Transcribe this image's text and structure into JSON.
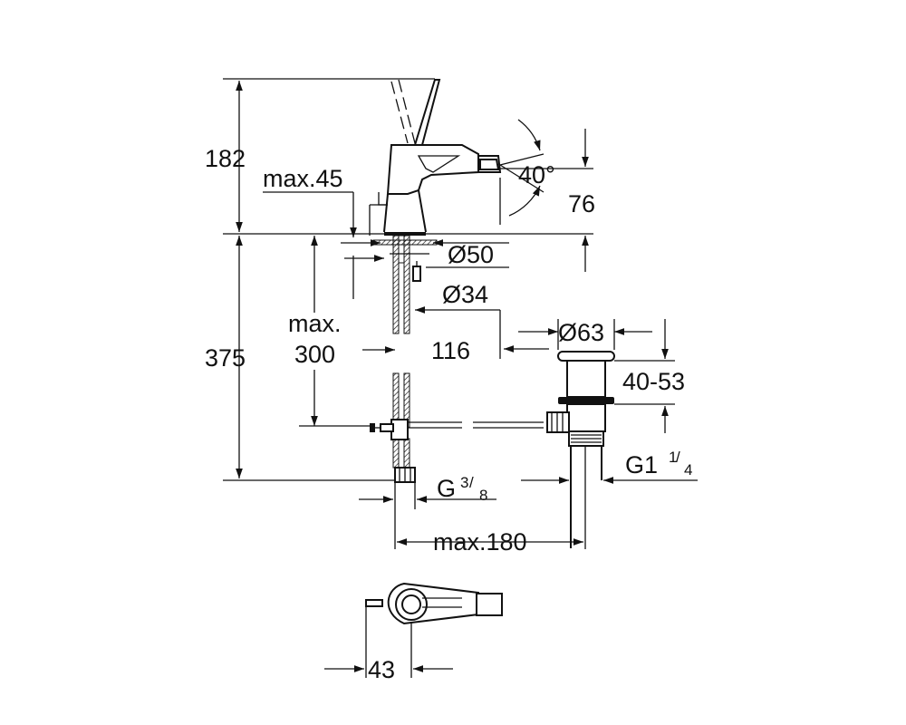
{
  "dimensions": {
    "height_upper": "182",
    "lever_offset": "max.45",
    "spout_angle": "40°",
    "spout_height": "76",
    "base_diameter": "Ø50",
    "shank_diameter": "Ø34",
    "counter_max_label": "max.",
    "counter_max_value": "300",
    "height_lower": "375",
    "spout_reach": "116",
    "waste_diameter": "Ø63",
    "waste_range": "40-53",
    "hose_thread_base": "G",
    "hose_thread_num": "3",
    "hose_thread_den": "8",
    "waste_thread_base": "G1",
    "waste_thread_num": "1",
    "waste_thread_den": "4",
    "waste_offset": "max.180",
    "top_view_width": "43"
  },
  "colors": {
    "line": "#111111",
    "background": "#ffffff"
  }
}
